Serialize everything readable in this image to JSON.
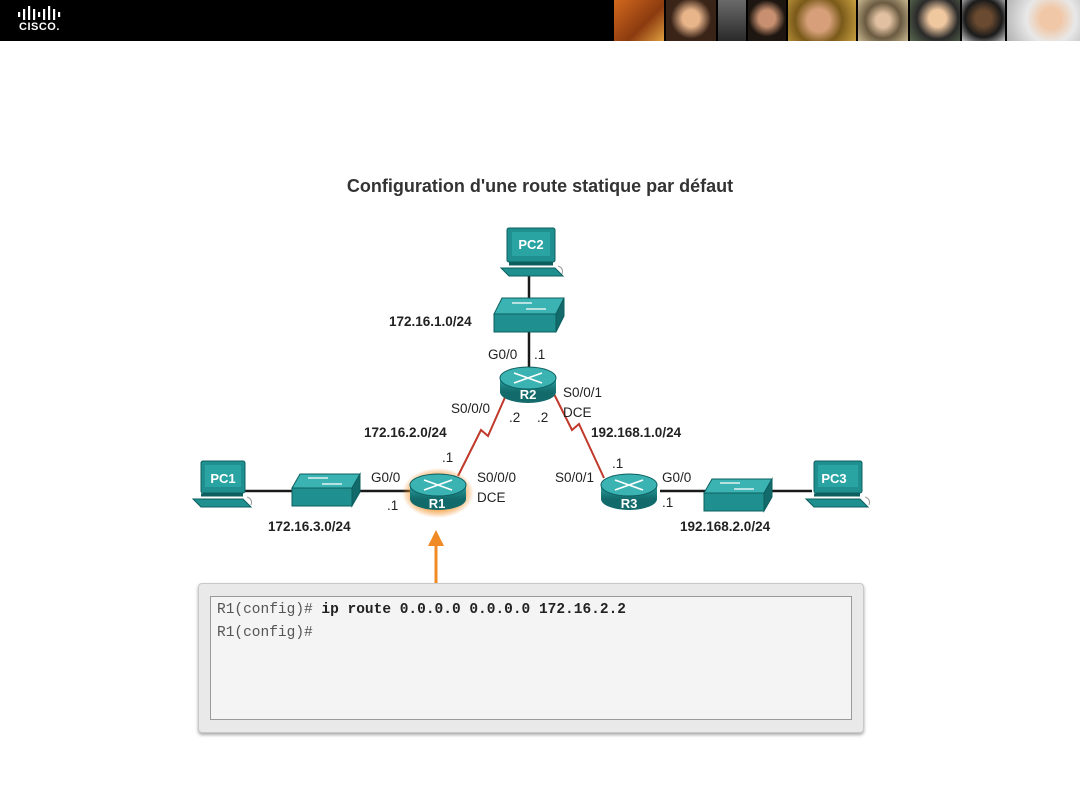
{
  "header": {
    "logo_text": "CISCO."
  },
  "title": "Configuration d'une route statique par défaut",
  "devices": {
    "pc1": "PC1",
    "pc2": "PC2",
    "pc3": "PC3",
    "r1": "R1",
    "r2": "R2",
    "r3": "R3"
  },
  "labels": {
    "net_r2_lan": "172.16.1.0/24",
    "r2_g00": "G0/0",
    "r2_g00_ip": ".1",
    "r2_s000": "S0/0/0",
    "r2_s000_ip": ".2",
    "r2_s001": "S0/0/1",
    "r2_s001_ip": ".2",
    "r2_dce": "DCE",
    "net_r1_r2": "172.16.2.0/24",
    "net_r2_r3": "192.168.1.0/24",
    "r1_s000_ip": ".1",
    "r1_g00": "G0/0",
    "r1_g00_ip": ".1",
    "r1_s000": "S0/0/0",
    "r1_dce": "DCE",
    "net_r1_lan": "172.16.3.0/24",
    "r3_s001": "S0/0/1",
    "r3_s001_ip": ".1",
    "r3_g00": "G0/0",
    "r3_g00_ip": ".1",
    "net_r3_lan": "192.168.2.0/24"
  },
  "console": {
    "line1_prompt": "R1(config)# ",
    "line1_cmd": "ip route 0.0.0.0 0.0.0.0 172.16.2.2",
    "line2_prompt": "R1(config)#"
  },
  "colors": {
    "device_teal": "#1f8f8f",
    "serial_link": "#c0392b",
    "highlight": "#f08a24"
  }
}
